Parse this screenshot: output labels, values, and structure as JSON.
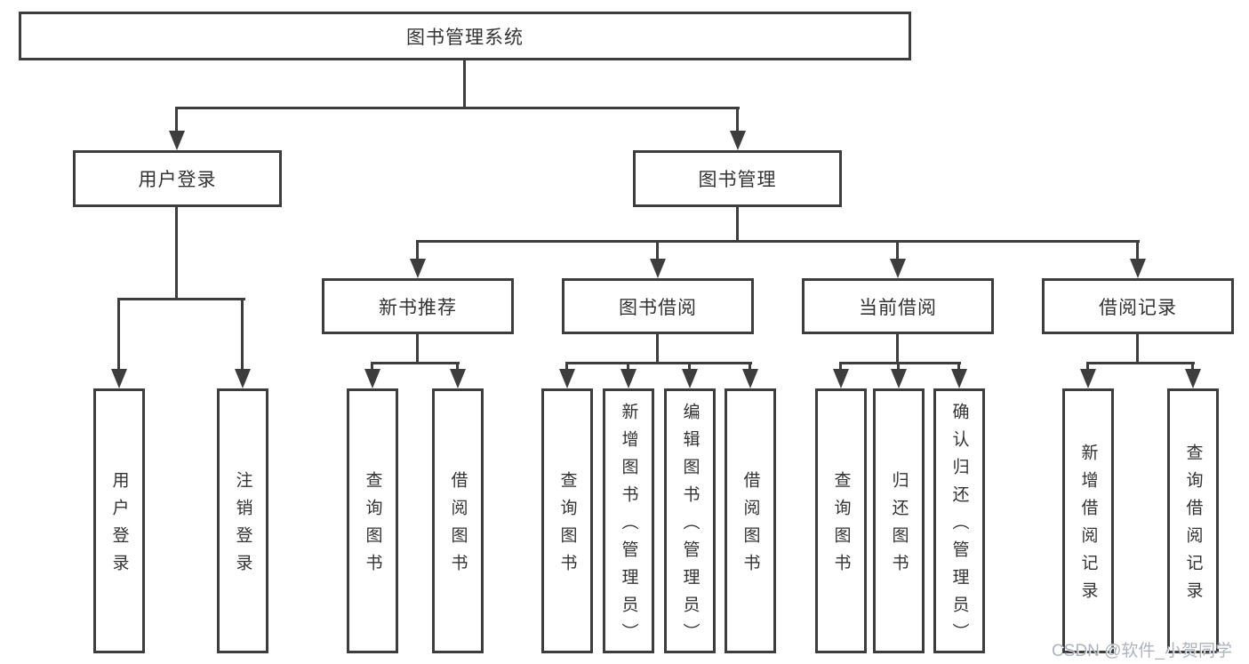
{
  "diagram_title": "图书管理系统",
  "tree": {
    "label": "图书管理系统",
    "children": [
      {
        "label": "用户登录",
        "children": [
          {
            "label": "用户登录"
          },
          {
            "label": "注销登录"
          }
        ]
      },
      {
        "label": "图书管理",
        "children": [
          {
            "label": "新书推荐",
            "children": [
              {
                "label": "查询图书"
              },
              {
                "label": "借阅图书"
              }
            ]
          },
          {
            "label": "图书借阅",
            "children": [
              {
                "label": "查询图书"
              },
              {
                "label": "新增图书（管理员）"
              },
              {
                "label": "编辑图书（管理员）"
              },
              {
                "label": "借阅图书"
              }
            ]
          },
          {
            "label": "当前借阅",
            "children": [
              {
                "label": "查询图书"
              },
              {
                "label": "归还图书"
              },
              {
                "label": "确认归还（管理员）"
              }
            ]
          },
          {
            "label": "借阅记录",
            "children": [
              {
                "label": "新增借阅记录"
              },
              {
                "label": "查询借阅记录"
              }
            ]
          }
        ]
      }
    ]
  },
  "watermark": {
    "text": "CSDN @软件_小贺同学"
  },
  "colors": {
    "line": "#3d3d3d",
    "box_border": "#3d3d3d",
    "text": "#333333",
    "background": "#ffffff",
    "watermark_text": "#a9b0ba"
  }
}
